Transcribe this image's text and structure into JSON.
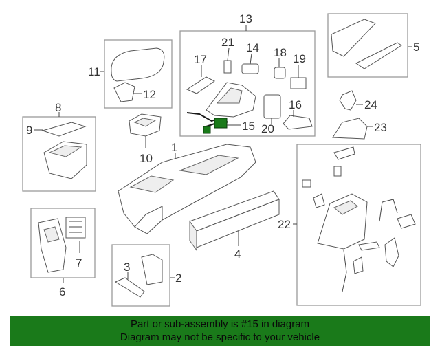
{
  "labels": {
    "p1": "1",
    "p2": "2",
    "p3": "3",
    "p4": "4",
    "p5": "5",
    "p6": "6",
    "p7": "7",
    "p8": "8",
    "p9": "9",
    "p10": "10",
    "p11": "11",
    "p12": "12",
    "p13": "13",
    "p14": "14",
    "p15": "15",
    "p16": "16",
    "p17": "17",
    "p18": "18",
    "p19": "19",
    "p20": "20",
    "p21": "21",
    "p22": "22",
    "p23": "23",
    "p24": "24"
  },
  "highlighted_part": "15",
  "highlight_color": "#1a7a1a",
  "banner": {
    "line1": "Part or sub-assembly is #15 in diagram",
    "line2": "Diagram may not be specific to your vehicle",
    "background": "#1a7a1a"
  }
}
